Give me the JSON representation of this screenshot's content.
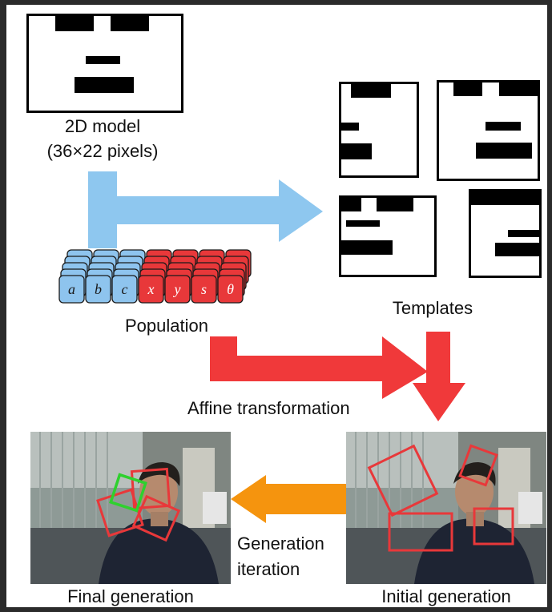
{
  "model": {
    "title": "2D model",
    "subtitle": "(36×22 pixels)"
  },
  "population": {
    "label": "Population",
    "genes": [
      "a",
      "b",
      "c",
      "x",
      "y",
      "s",
      "θ"
    ],
    "gene_colors": {
      "abc": "#8ec4ee",
      "xys": "#e8383a"
    }
  },
  "templates": {
    "label": "Templates"
  },
  "arrows": {
    "affine_label": "Affine transformation",
    "generation_label_line1": "Generation",
    "generation_label_line2": "iteration",
    "blue": "#8ec7ef",
    "red": "#f0393a",
    "orange": "#f5940e"
  },
  "photos": {
    "initial_label": "Initial generation",
    "final_label": "Final generation",
    "box_red": "#e8383a",
    "box_green": "#2ed12e"
  }
}
